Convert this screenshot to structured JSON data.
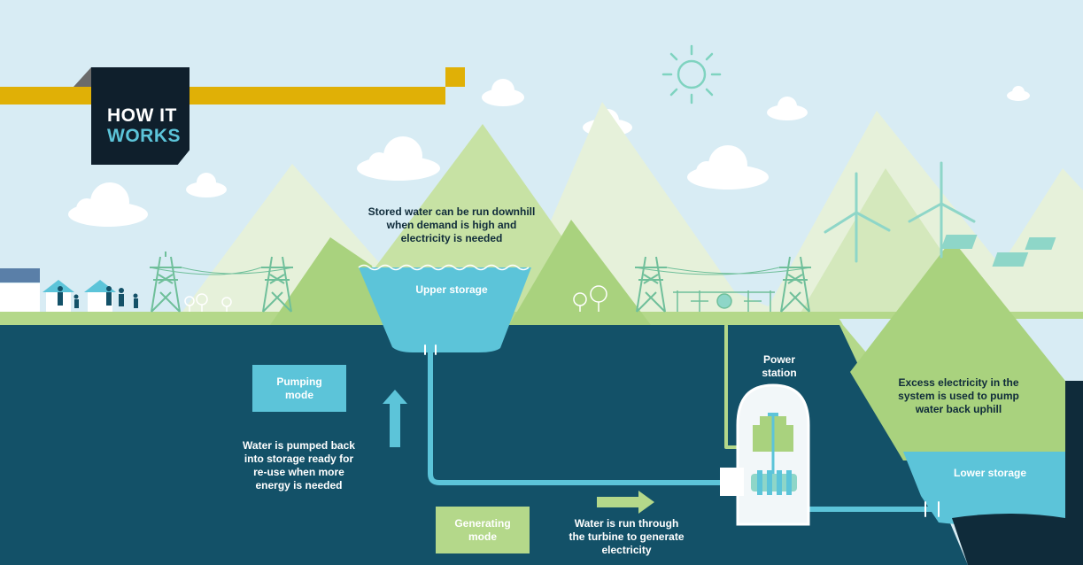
{
  "badge": {
    "line1": "HOW IT",
    "line2": "WORKS"
  },
  "labels": {
    "stored_water": [
      "Stored water can be run downhill",
      "when demand is high and",
      "electricity is needed"
    ],
    "upper_storage": "Upper storage",
    "pumping_mode": [
      "Pumping",
      "mode"
    ],
    "pumped_back": [
      "Water is pumped back",
      "into storage ready for",
      "re-use when more",
      "energy is needed"
    ],
    "generating_mode": [
      "Generating",
      "mode"
    ],
    "water_run": [
      "Water is run through",
      "the turbine to generate",
      "electricity"
    ],
    "power_station": [
      "Power",
      "station"
    ],
    "excess_electricity": [
      "Excess electricity in the",
      "system is used to pump",
      "water back uphill"
    ],
    "lower_storage": "Lower storage"
  },
  "colors": {
    "sky": "#d8ecf4",
    "ground": "#135168",
    "water": "#5cc4d9",
    "green": "#b4d88a",
    "yellow": "#e0b006",
    "badge": "#0f1f2c",
    "pumping_box": "#5cc4d9",
    "generating_box": "#b4d88a"
  },
  "icons": [
    "sun-icon",
    "cloud-icon",
    "pylon-icon",
    "wind-turbine-icon",
    "solar-panel-icon",
    "house-icon",
    "person-icon",
    "tree-icon",
    "arrow-up-icon",
    "arrow-right-icon",
    "turbine-icon"
  ]
}
